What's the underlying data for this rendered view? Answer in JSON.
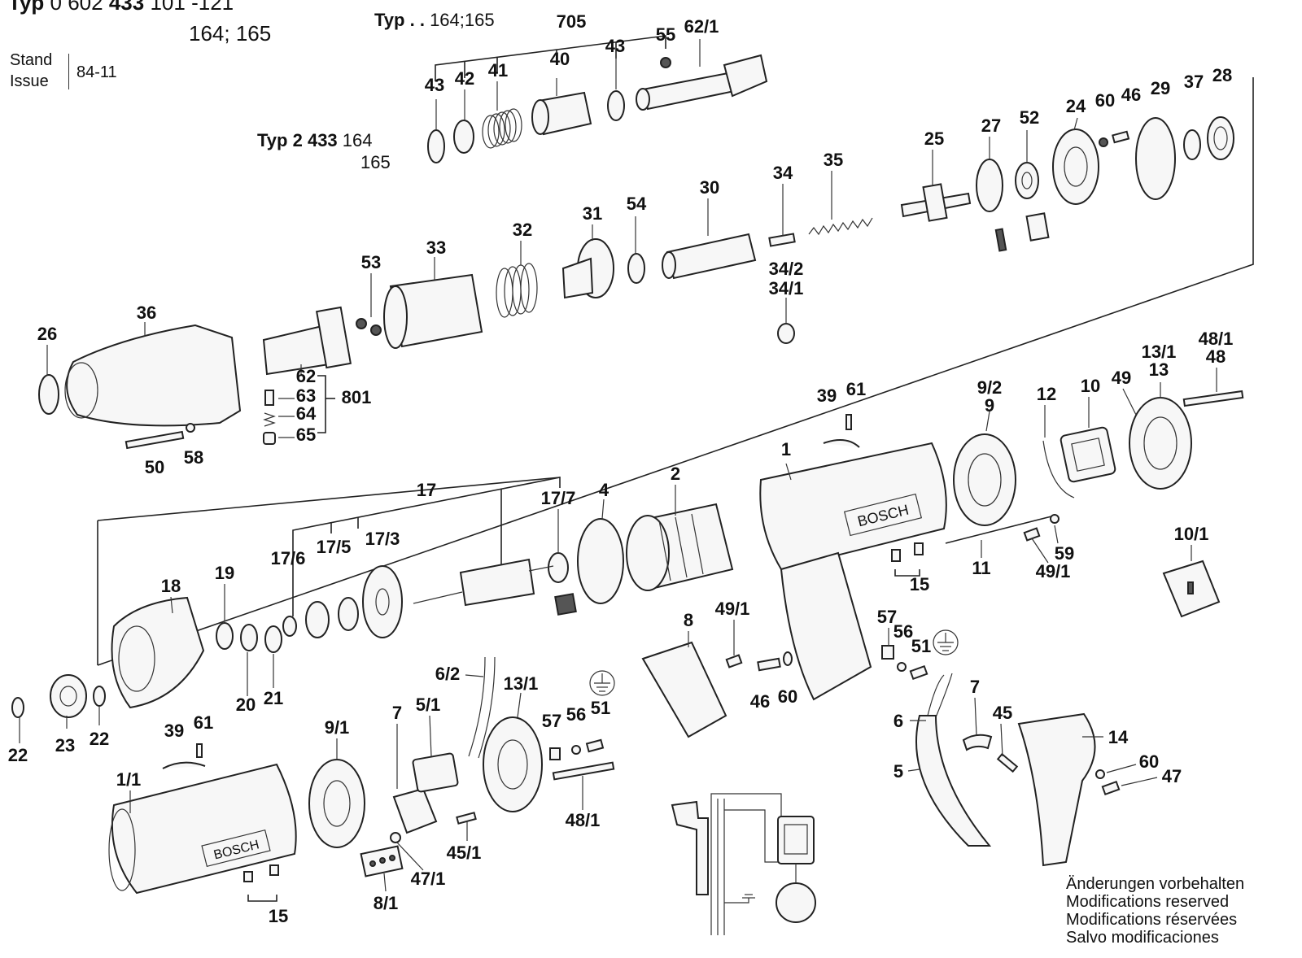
{
  "header": {
    "typ_prefix": "Typ",
    "typ_number": "0 602",
    "typ_number_bold": "433",
    "typ_suffix": "101 -121",
    "typ_line2": "164; 165",
    "stand": "Stand",
    "issue": "Issue",
    "stand_value": "84-11",
    "typ_group1": "Typ . .",
    "typ_group1_values": "164;165",
    "typ_group2_prefix": "Typ",
    "typ_group2_number": "2 433",
    "typ_group2_v1": "164",
    "typ_group2_v2": "165"
  },
  "labels": {
    "p705": "705",
    "p43a": "43",
    "p55": "55",
    "p62_1": "62/1",
    "p43b": "43",
    "p42": "42",
    "p41": "41",
    "p40": "40",
    "p24": "24",
    "p60a": "60",
    "p46a": "46",
    "p29": "29",
    "p37": "37",
    "p28": "28",
    "p27": "27",
    "p52": "52",
    "p25": "25",
    "p34": "34",
    "p35": "35",
    "p30": "30",
    "p31": "31",
    "p54": "54",
    "p32": "32",
    "p33": "33",
    "p53": "53",
    "p34_2": "34/2",
    "p34_1": "34/1",
    "p36": "36",
    "p26": "26",
    "p62": "62",
    "p63": "63",
    "p64": "64",
    "p65": "65",
    "p801": "801",
    "p50": "50",
    "p58": "58",
    "p39a": "39",
    "p61a": "61",
    "p1": "1",
    "p9_2": "9/2",
    "p9": "9",
    "p12": "12",
    "p10": "10",
    "p49": "49",
    "p13_1a": "13/1",
    "p13": "13",
    "p48_1a": "48/1",
    "p48": "48",
    "p17": "17",
    "p17_7": "17/7",
    "p4": "4",
    "p2": "2",
    "p17_6": "17/6",
    "p17_5": "17/5",
    "p17_3": "17/3",
    "p18": "18",
    "p19": "19",
    "p20": "20",
    "p21": "21",
    "p15a": "15",
    "p11": "11",
    "p59": "59",
    "p49_1a": "49/1",
    "p10_1": "10/1",
    "p8": "8",
    "p49_1b": "49/1",
    "p57a": "57",
    "p56a": "56",
    "p51a": "51",
    "p46b": "46",
    "p60b": "60",
    "p22a": "22",
    "p23": "23",
    "p22b": "22",
    "p6_2": "6/2",
    "p13_1b": "13/1",
    "p51b": "51",
    "p57b": "57",
    "p56b": "56",
    "p39b": "39",
    "p61b": "61",
    "p9_1": "9/1",
    "p7a": "7",
    "p5_1": "5/1",
    "p48_1b": "48/1",
    "p1_1": "1/1",
    "p45_1": "45/1",
    "p47_1": "47/1",
    "p8_1": "8/1",
    "p15b": "15",
    "p6": "6",
    "p7b": "7",
    "p45": "45",
    "p5": "5",
    "p14": "14",
    "p60c": "60",
    "p47": "47"
  },
  "brand": {
    "housing_text": "BOSCH"
  },
  "notes": {
    "de": "Änderungen vorbehalten",
    "en": "Modifications reserved",
    "fr": "Modifications réservées",
    "es": "Salvo modificaciones"
  }
}
